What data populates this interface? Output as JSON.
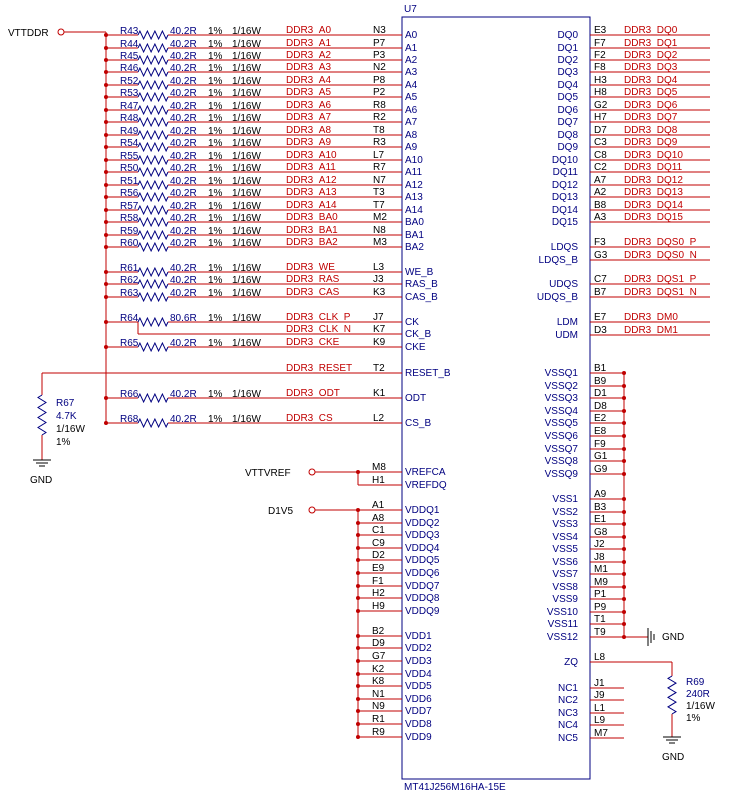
{
  "colors": {
    "wire": "#c00000",
    "part": "#000080",
    "ground": "#000000"
  },
  "chip": {
    "ref": "U7",
    "part_number": "MT41J256M16HA-15E"
  },
  "nets": {
    "vttddr": "VTTDDR",
    "vttvref": "VTTVREF",
    "d1v5": "D1V5",
    "gnd": "GND"
  },
  "left_pins": [
    {
      "num": "N3",
      "name": "A0",
      "net": "DDR3_A0",
      "res": "R43",
      "val": "40.2R"
    },
    {
      "num": "P7",
      "name": "A1",
      "net": "DDR3_A1",
      "res": "R44",
      "val": "40.2R"
    },
    {
      "num": "P3",
      "name": "A2",
      "net": "DDR3_A2",
      "res": "R45",
      "val": "40.2R"
    },
    {
      "num": "N2",
      "name": "A3",
      "net": "DDR3_A3",
      "res": "R46",
      "val": "40.2R"
    },
    {
      "num": "P8",
      "name": "A4",
      "net": "DDR3_A4",
      "res": "R52",
      "val": "40.2R"
    },
    {
      "num": "P2",
      "name": "A5",
      "net": "DDR3_A5",
      "res": "R53",
      "val": "40.2R"
    },
    {
      "num": "R8",
      "name": "A6",
      "net": "DDR3_A6",
      "res": "R47",
      "val": "40.2R"
    },
    {
      "num": "R2",
      "name": "A7",
      "net": "DDR3_A7",
      "res": "R48",
      "val": "40.2R"
    },
    {
      "num": "T8",
      "name": "A8",
      "net": "DDR3_A8",
      "res": "R49",
      "val": "40.2R"
    },
    {
      "num": "R3",
      "name": "A9",
      "net": "DDR3_A9",
      "res": "R54",
      "val": "40.2R"
    },
    {
      "num": "L7",
      "name": "A10",
      "net": "DDR3_A10",
      "res": "R55",
      "val": "40.2R"
    },
    {
      "num": "R7",
      "name": "A11",
      "net": "DDR3_A11",
      "res": "R50",
      "val": "40.2R"
    },
    {
      "num": "N7",
      "name": "A12",
      "net": "DDR3_A12",
      "res": "R51",
      "val": "40.2R"
    },
    {
      "num": "T3",
      "name": "A13",
      "net": "DDR3_A13",
      "res": "R56",
      "val": "40.2R"
    },
    {
      "num": "T7",
      "name": "A14",
      "net": "DDR3_A14",
      "res": "R57",
      "val": "40.2R"
    },
    {
      "num": "M2",
      "name": "BA0",
      "net": "DDR3_BA0",
      "res": "R58",
      "val": "40.2R"
    },
    {
      "num": "N8",
      "name": "BA1",
      "net": "DDR3_BA1",
      "res": "R59",
      "val": "40.2R"
    },
    {
      "num": "M3",
      "name": "BA2",
      "net": "DDR3_BA2",
      "res": "R60",
      "val": "40.2R"
    },
    {
      "num": "L3",
      "name": "WE_B",
      "net": "DDR3_WE",
      "res": "R61",
      "val": "40.2R"
    },
    {
      "num": "J3",
      "name": "RAS_B",
      "net": "DDR3_RAS",
      "res": "R62",
      "val": "40.2R"
    },
    {
      "num": "K3",
      "name": "CAS_B",
      "net": "DDR3_CAS",
      "res": "R63",
      "val": "40.2R"
    },
    {
      "num": "J7",
      "name": "CK",
      "net": "DDR3_CLK_P",
      "res": "R64",
      "val": "80.6R"
    },
    {
      "num": "K7",
      "name": "CK_B",
      "net": "DDR3_CLK_N",
      "res": "",
      "val": ""
    },
    {
      "num": "K9",
      "name": "CKE",
      "net": "DDR3_CKE",
      "res": "R65",
      "val": "40.2R"
    },
    {
      "num": "T2",
      "name": "RESET_B",
      "net": "DDR3_RESET",
      "res": "",
      "val": ""
    },
    {
      "num": "K1",
      "name": "ODT",
      "net": "DDR3_ODT",
      "res": "R66",
      "val": "40.2R"
    },
    {
      "num": "L2",
      "name": "CS_B",
      "net": "DDR3_CS",
      "res": "R68",
      "val": "40.2R"
    }
  ],
  "res_tol": "1%",
  "res_pwr": "1/16W",
  "ref_pins": [
    {
      "num": "M8",
      "name": "VREFCA"
    },
    {
      "num": "H1",
      "name": "VREFDQ"
    }
  ],
  "vddq_pins": [
    {
      "num": "A1",
      "name": "VDDQ1"
    },
    {
      "num": "A8",
      "name": "VDDQ2"
    },
    {
      "num": "C1",
      "name": "VDDQ3"
    },
    {
      "num": "C9",
      "name": "VDDQ4"
    },
    {
      "num": "D2",
      "name": "VDDQ5"
    },
    {
      "num": "E9",
      "name": "VDDQ6"
    },
    {
      "num": "F1",
      "name": "VDDQ7"
    },
    {
      "num": "H2",
      "name": "VDDQ8"
    },
    {
      "num": "H9",
      "name": "VDDQ9"
    }
  ],
  "vdd_pins": [
    {
      "num": "B2",
      "name": "VDD1"
    },
    {
      "num": "D9",
      "name": "VDD2"
    },
    {
      "num": "G7",
      "name": "VDD3"
    },
    {
      "num": "K2",
      "name": "VDD4"
    },
    {
      "num": "K8",
      "name": "VDD5"
    },
    {
      "num": "N1",
      "name": "VDD6"
    },
    {
      "num": "N9",
      "name": "VDD7"
    },
    {
      "num": "R1",
      "name": "VDD8"
    },
    {
      "num": "R9",
      "name": "VDD9"
    }
  ],
  "dq_pins": [
    {
      "num": "E3",
      "name": "DQ0",
      "net": "DDR3_DQ0"
    },
    {
      "num": "F7",
      "name": "DQ1",
      "net": "DDR3_DQ1"
    },
    {
      "num": "F2",
      "name": "DQ2",
      "net": "DDR3_DQ2"
    },
    {
      "num": "F8",
      "name": "DQ3",
      "net": "DDR3_DQ3"
    },
    {
      "num": "H3",
      "name": "DQ4",
      "net": "DDR3_DQ4"
    },
    {
      "num": "H8",
      "name": "DQ5",
      "net": "DDR3_DQ5"
    },
    {
      "num": "G2",
      "name": "DQ6",
      "net": "DDR3_DQ6"
    },
    {
      "num": "H7",
      "name": "DQ7",
      "net": "DDR3_DQ7"
    },
    {
      "num": "D7",
      "name": "DQ8",
      "net": "DDR3_DQ8"
    },
    {
      "num": "C3",
      "name": "DQ9",
      "net": "DDR3_DQ9"
    },
    {
      "num": "C8",
      "name": "DQ10",
      "net": "DDR3_DQ10"
    },
    {
      "num": "C2",
      "name": "DQ11",
      "net": "DDR3_DQ11"
    },
    {
      "num": "A7",
      "name": "DQ12",
      "net": "DDR3_DQ12"
    },
    {
      "num": "A2",
      "name": "DQ13",
      "net": "DDR3_DQ13"
    },
    {
      "num": "B8",
      "name": "DQ14",
      "net": "DDR3_DQ14"
    },
    {
      "num": "A3",
      "name": "DQ15",
      "net": "DDR3_DQ15"
    }
  ],
  "strobe_pins": [
    {
      "num": "F3",
      "name": "LDQS",
      "net": "DDR3_DQS0_P"
    },
    {
      "num": "G3",
      "name": "LDQS_B",
      "net": "DDR3_DQS0_N"
    },
    {
      "num": "C7",
      "name": "UDQS",
      "net": "DDR3_DQS1_P"
    },
    {
      "num": "B7",
      "name": "UDQS_B",
      "net": "DDR3_DQS1_N"
    },
    {
      "num": "E7",
      "name": "LDM",
      "net": "DDR3_DM0"
    },
    {
      "num": "D3",
      "name": "UDM",
      "net": "DDR3_DM1"
    }
  ],
  "vssq_pins": [
    {
      "num": "B1",
      "name": "VSSQ1"
    },
    {
      "num": "B9",
      "name": "VSSQ2"
    },
    {
      "num": "D1",
      "name": "VSSQ3"
    },
    {
      "num": "D8",
      "name": "VSSQ4"
    },
    {
      "num": "E2",
      "name": "VSSQ5"
    },
    {
      "num": "E8",
      "name": "VSSQ6"
    },
    {
      "num": "F9",
      "name": "VSSQ7"
    },
    {
      "num": "G1",
      "name": "VSSQ8"
    },
    {
      "num": "G9",
      "name": "VSSQ9"
    }
  ],
  "vss_pins": [
    {
      "num": "A9",
      "name": "VSS1"
    },
    {
      "num": "B3",
      "name": "VSS2"
    },
    {
      "num": "E1",
      "name": "VSS3"
    },
    {
      "num": "G8",
      "name": "VSS4"
    },
    {
      "num": "J2",
      "name": "VSS5"
    },
    {
      "num": "J8",
      "name": "VSS6"
    },
    {
      "num": "M1",
      "name": "VSS7"
    },
    {
      "num": "M9",
      "name": "VSS8"
    },
    {
      "num": "P1",
      "name": "VSS9"
    },
    {
      "num": "P9",
      "name": "VSS10"
    },
    {
      "num": "T1",
      "name": "VSS11"
    },
    {
      "num": "T9",
      "name": "VSS12"
    }
  ],
  "zq_pin": {
    "num": "L8",
    "name": "ZQ"
  },
  "nc_pins": [
    {
      "num": "J1",
      "name": "NC1"
    },
    {
      "num": "J9",
      "name": "NC2"
    },
    {
      "num": "L1",
      "name": "NC3"
    },
    {
      "num": "L9",
      "name": "NC4"
    },
    {
      "num": "M7",
      "name": "NC5"
    }
  ],
  "r67": {
    "ref": "R67",
    "val": "4.7K",
    "pwr": "1/16W",
    "tol": "1%"
  },
  "r69": {
    "ref": "R69",
    "val": "240R",
    "pwr": "1/16W",
    "tol": "1%"
  }
}
